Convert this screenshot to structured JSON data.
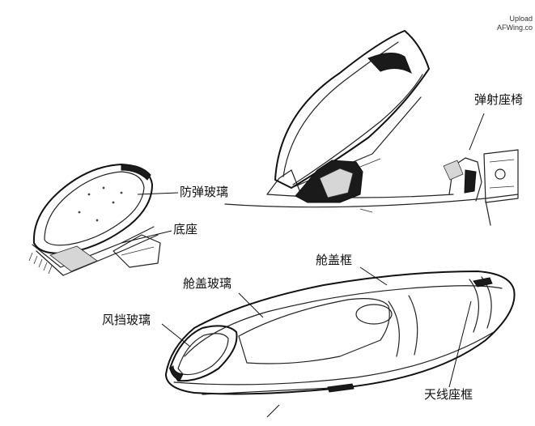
{
  "watermark": {
    "line1": "Upload",
    "line2": "AFWing.co"
  },
  "labels": {
    "bulletproof_glass": "防弹玻璃",
    "base": "底座",
    "ejection_seat": "弹射座椅",
    "canopy_frame": "舱盖框",
    "canopy_glass": "舱盖玻璃",
    "windshield_glass": "风挡玻璃",
    "antenna_frame": "天线座框"
  }
}
